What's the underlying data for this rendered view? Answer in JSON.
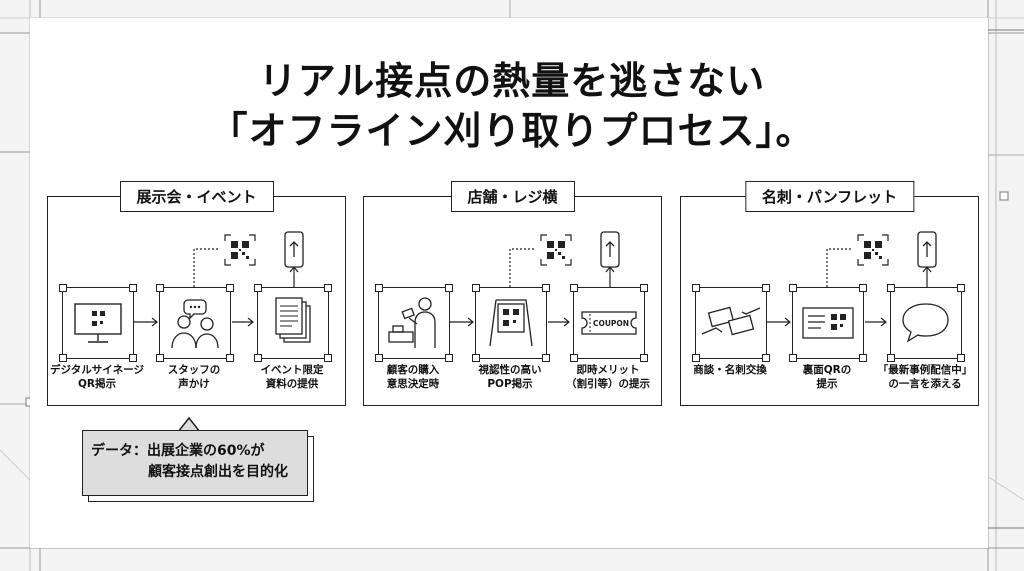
{
  "title": {
    "line1": "リアル接点の熱量を逃さない",
    "line2": "「オフライン刈り取りプロセス」。"
  },
  "panels": [
    {
      "title": "展示会・イベント",
      "steps": [
        {
          "icon": "digital-signage-qr-icon",
          "line1": "デジタルサイネージ",
          "line2": "QR掲示"
        },
        {
          "icon": "staff-speaking-icon",
          "line1": "スタッフの",
          "line2": "声かけ"
        },
        {
          "icon": "documents-icon",
          "line1": "イベント限定",
          "line2": "資料の提供"
        }
      ]
    },
    {
      "title": "店舗・レジ横",
      "steps": [
        {
          "icon": "customer-purchase-icon",
          "line1": "顧客の購入",
          "line2": "意思決定時"
        },
        {
          "icon": "pop-stand-qr-icon",
          "line1": "視認性の高い",
          "line2": "POP掲示"
        },
        {
          "icon": "coupon-icon",
          "line1": "即時メリット",
          "line2": "（割引等）の提示",
          "coupon_text": "COUPON"
        }
      ]
    },
    {
      "title": "名刺・パンフレット",
      "steps": [
        {
          "icon": "business-card-exchange-icon",
          "line1": "商談・名刺交換",
          "line2": ""
        },
        {
          "icon": "card-back-qr-icon",
          "line1": "裏面QRの",
          "line2": "提示"
        },
        {
          "icon": "speech-bubble-icon",
          "line1": "「最新事例配信中」",
          "line2": "の一言を添える"
        }
      ]
    }
  ],
  "callout": {
    "line1": "データ：出展企業の60%が",
    "line2": "顧客接点創出を目的化"
  }
}
